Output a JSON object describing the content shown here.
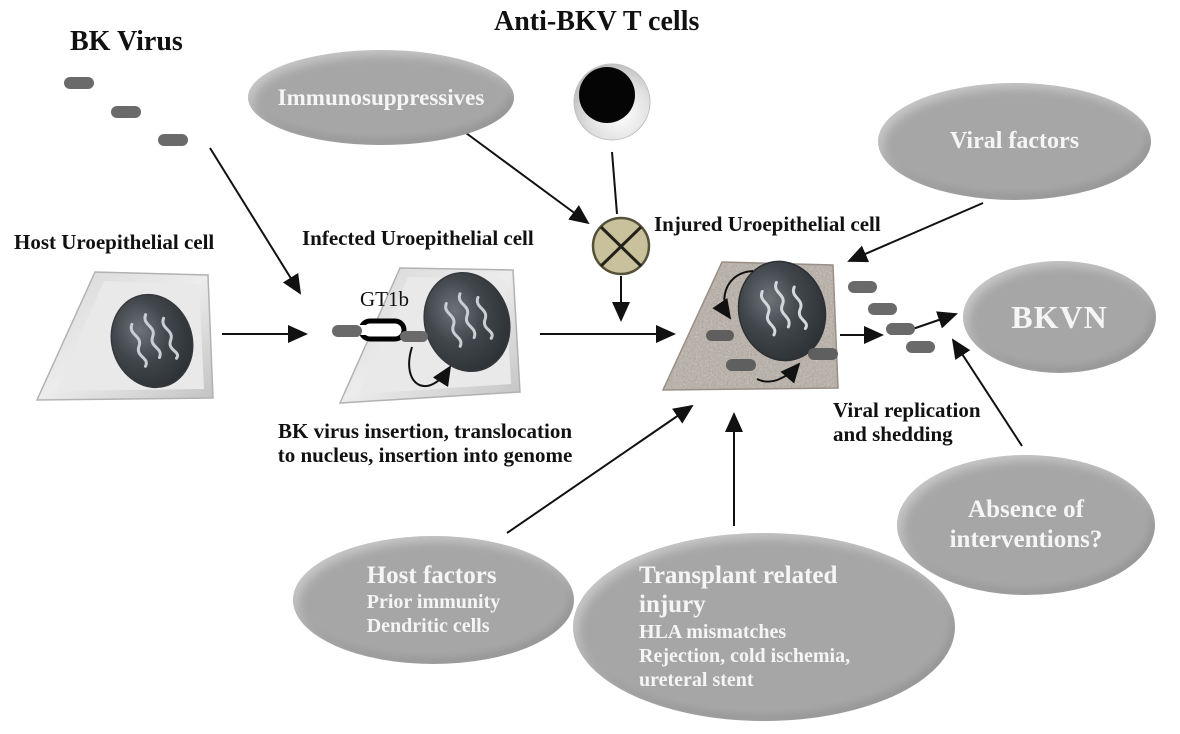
{
  "titles": {
    "bk_virus": "BK Virus",
    "anti_bkv": "Anti-BKV T cells"
  },
  "cell_labels": {
    "host": "Host Uroepithelial cell",
    "infected": "Infected Uroepithelial cell",
    "injured": "Injured Uroepithelial cell",
    "receptor": "GT1b"
  },
  "annotations": {
    "insertion_line1": "BK virus insertion, translocation",
    "insertion_line2": "to nucleus, insertion into genome",
    "replication_line1": "Viral replication",
    "replication_line2": "and shedding"
  },
  "ellipses": {
    "immunosuppressives": {
      "label": "Immunosuppressives"
    },
    "viral_factors": {
      "label": "Viral factors"
    },
    "bkvn": {
      "label": "BKVN"
    },
    "absence": {
      "line1": "Absence of",
      "line2": "interventions?"
    },
    "host_factors": {
      "title": "Host factors",
      "items": [
        "Prior immunity",
        "Dendritic cells"
      ]
    },
    "transplant": {
      "title": "Transplant related injury",
      "items": [
        "HLA mismatches",
        "Rejection, cold ischemia,",
        "ureteral stent"
      ]
    }
  },
  "colors": {
    "ellipse_fill": "#a6a6a6",
    "ellipse_text": "#f5f5f5",
    "virus_particle": "#6a6a6a",
    "arrow": "#111111",
    "blocked_cell_fill": "#c9c19c",
    "t_cell_core": "#050505",
    "nucleus_dark": "#33383c",
    "injured_cell_texture": "#b9afa4"
  }
}
